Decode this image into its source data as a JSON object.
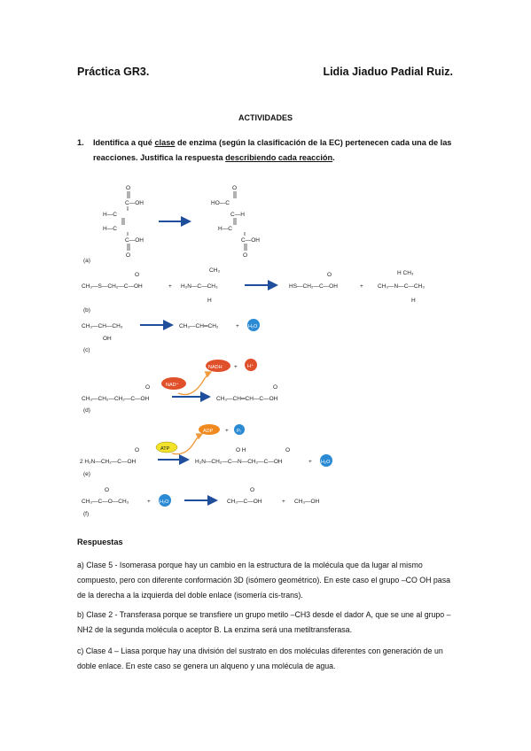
{
  "header": {
    "left": "Práctica GR3.",
    "right": "Lidia Jiaduo Padial Ruiz."
  },
  "section_title": "ACTIVIDADES",
  "question": {
    "number": "1.",
    "text_1": "Identifica a qué ",
    "text_u1": "clase",
    "text_2": " de enzima (según la clasificación de la EC) pertenecen cada una de las reacciones. Justifica la respuesta ",
    "text_u2": "describiendo cada reacción",
    "text_3": "."
  },
  "figure": {
    "labels": [
      "(a)",
      "(b)",
      "(c)",
      "(d)",
      "(e)",
      "(f)"
    ],
    "cofactors": {
      "nad": "NAD+",
      "nadh": "NADH",
      "h_plus": "H+",
      "atp": "ATP",
      "adp": "ADP",
      "pi": "Pi",
      "water": "H2O"
    }
  },
  "answers_heading": "Respuestas",
  "answers": {
    "a": "a) Clase 5 - Isomerasa porque hay un cambio en la estructura de la molécula que da lugar al mismo compuesto, pero con diferente conformación 3D (isómero geométrico). En este caso el grupo –CO OH pasa de la derecha a la izquierda del doble enlace (isomería cis-trans).",
    "b": "b) Clase 2 - Transferasa porque se transfiere un grupo metilo –CH3 desde el dador A, que se une al grupo –NH2 de la segunda molécula o aceptor B. La enzima será una metiltransferasa.",
    "c": "c) Clase 4 – Liasa porque hay una división del sustrato en dos moléculas diferentes con generación de un doble enlace. En este caso se genera un alqueno y una molécula de agua."
  },
  "colors": {
    "arrow": "#1f4e9c",
    "water_circle": "#2a8ad4",
    "nad_oval": "#e0502a",
    "atp_oval": "#f2e32a",
    "adp_oval": "#f08a1e",
    "pi_circle": "#2a8ad4",
    "curve": "#f09a3a"
  }
}
